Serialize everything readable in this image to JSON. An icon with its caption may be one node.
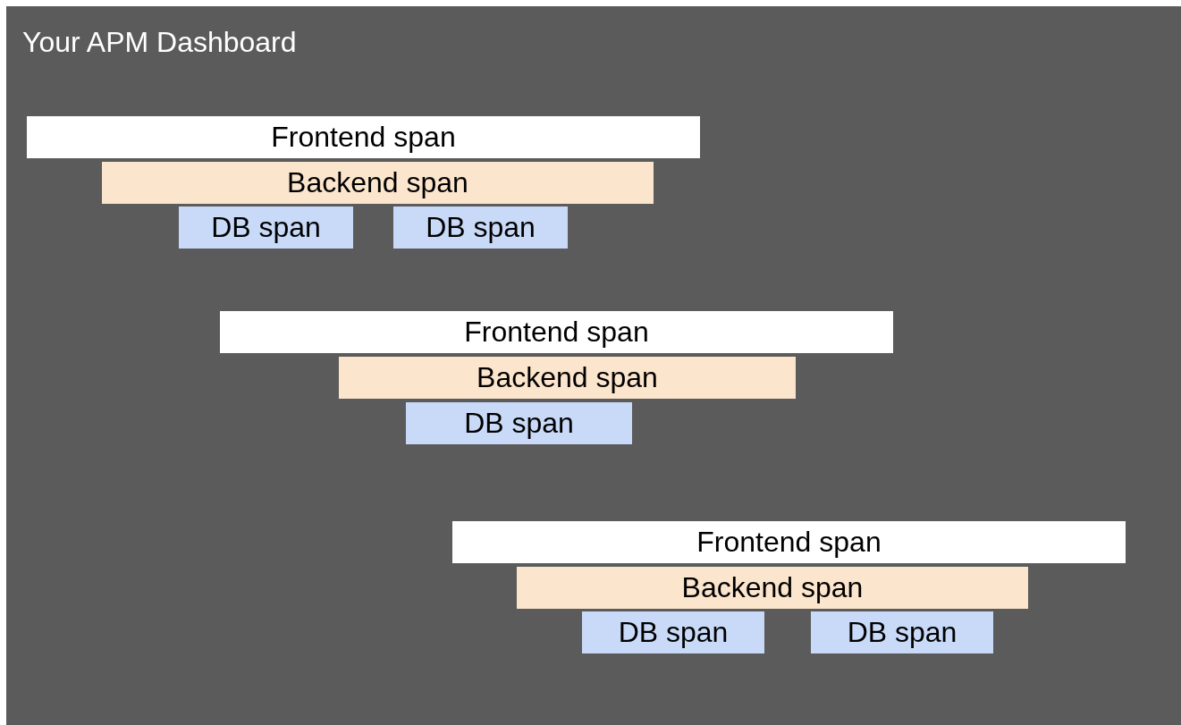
{
  "diagram": {
    "nodes": [
      {
        "text": [
          "Your APM Dashboard"
        ]
      },
      {
        "text": [
          "Frontend span"
        ],
        "in": 0
      },
      {
        "text": [
          "Backend span"
        ],
        "in": 0
      },
      {
        "text": [
          "DB span"
        ],
        "in": 0
      },
      {
        "text": [
          "DB span"
        ],
        "in": 0
      },
      {
        "text": [
          "Frontend span"
        ],
        "in": 0
      },
      {
        "text": [
          "Backend span"
        ],
        "in": 0
      },
      {
        "text": [
          "DB span"
        ],
        "in": 0
      },
      {
        "text": [
          "Frontend span"
        ],
        "in": 0
      },
      {
        "text": [
          "Backend span"
        ],
        "in": 0
      },
      {
        "text": [
          "DB span"
        ],
        "in": 0
      },
      {
        "text": [
          "DB span"
        ],
        "in": 0
      }
    ]
  }
}
